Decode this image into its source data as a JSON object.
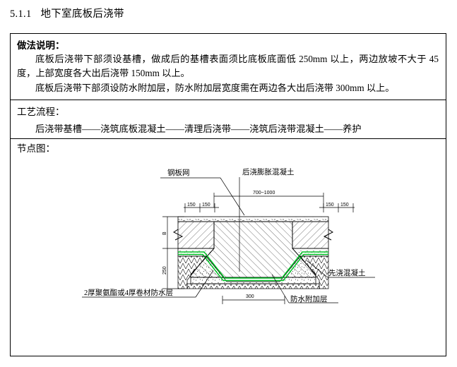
{
  "document": {
    "section_number": "5.1.1",
    "section_title": "地下室底板后浇带"
  },
  "method": {
    "heading": "做法说明：",
    "paragraphs": [
      "底板后浇带下部须设基槽，做成后的基槽表面须比底板底面低 250mm 以上，两边放坡不大于 45 度，上部宽度各大出后浇带 150mm 以上。",
      "底板后浇带下部须设防水附加层，防水附加层宽度需在两边各大出后浇带 300mm 以上。"
    ]
  },
  "process": {
    "heading": "工艺流程：",
    "flow": "后浇带基槽——浇筑底板混凝土——清理后浇带——浇筑后浇带混凝土——养护",
    "steps": [
      "后浇带基槽",
      "浇筑底板混凝土",
      "清理后浇带",
      "浇筑后浇带混凝土",
      "养护"
    ]
  },
  "node_diagram": {
    "heading": "节点图：",
    "labels": {
      "steel_mesh": "钢板网",
      "post_poured_expansive_concrete": "后浇膨胀混凝土",
      "pre_poured_concrete": "先浇混凝土",
      "waterproof_layer": "2厚聚氨酯或4厚卷材防水层",
      "waterproof_additional_layer": "防水附加层"
    },
    "dimensions": {
      "band_width": "700~1000",
      "offset_left_1": "150",
      "offset_left_2": "150",
      "offset_right_1": "150",
      "offset_right_2": "150",
      "slab_thickness": "B",
      "trench_depth": "250",
      "trench_bottom_width": "300"
    },
    "colors": {
      "membrane_green": "#00c425",
      "line_black": "#000000"
    }
  }
}
